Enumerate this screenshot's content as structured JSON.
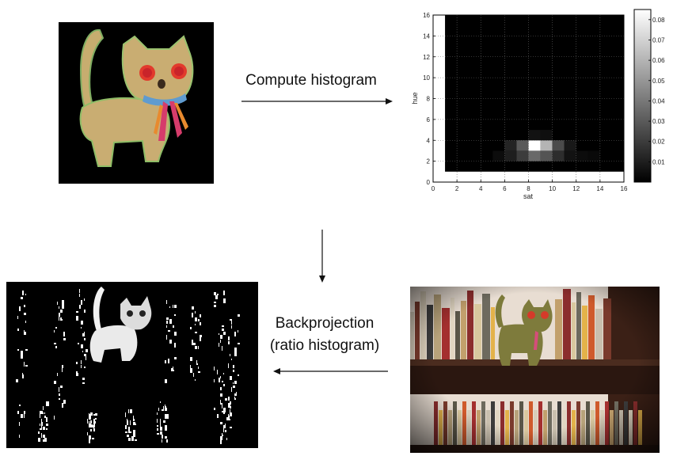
{
  "steps": {
    "compute": "Compute histogram",
    "backprojection_line1": "Backprojection",
    "backprojection_line2": "(ratio histogram)"
  },
  "chart_data": {
    "type": "heatmap",
    "title": "",
    "xlabel": "sat",
    "ylabel": "hue",
    "xlim": [
      0,
      16
    ],
    "ylim": [
      0,
      16
    ],
    "xticks": [
      "0",
      "2",
      "4",
      "6",
      "8",
      "10",
      "12",
      "14",
      "16"
    ],
    "yticks": [
      "0",
      "2",
      "4",
      "6",
      "8",
      "10",
      "12",
      "14",
      "16"
    ],
    "grid": true,
    "colorbar": {
      "ticks": [
        "0.01",
        "0.02",
        "0.03",
        "0.04",
        "0.05",
        "0.06",
        "0.07",
        "0.08"
      ],
      "range": [
        0,
        0.085
      ]
    },
    "cells": [
      {
        "x": 6,
        "y": 3,
        "v": 0.012
      },
      {
        "x": 7,
        "y": 3,
        "v": 0.03
      },
      {
        "x": 8,
        "y": 3,
        "v": 0.085
      },
      {
        "x": 9,
        "y": 3,
        "v": 0.06
      },
      {
        "x": 10,
        "y": 3,
        "v": 0.025
      },
      {
        "x": 11,
        "y": 3,
        "v": 0.008
      },
      {
        "x": 6,
        "y": 2,
        "v": 0.01
      },
      {
        "x": 7,
        "y": 2,
        "v": 0.02
      },
      {
        "x": 8,
        "y": 2,
        "v": 0.035
      },
      {
        "x": 9,
        "y": 2,
        "v": 0.028
      },
      {
        "x": 10,
        "y": 2,
        "v": 0.015
      },
      {
        "x": 11,
        "y": 2,
        "v": 0.006
      },
      {
        "x": 8,
        "y": 4,
        "v": 0.006
      },
      {
        "x": 9,
        "y": 4,
        "v": 0.005
      },
      {
        "x": 5,
        "y": 2,
        "v": 0.004
      },
      {
        "x": 12,
        "y": 2,
        "v": 0.004
      },
      {
        "x": 13,
        "y": 2,
        "v": 0.003
      }
    ]
  }
}
